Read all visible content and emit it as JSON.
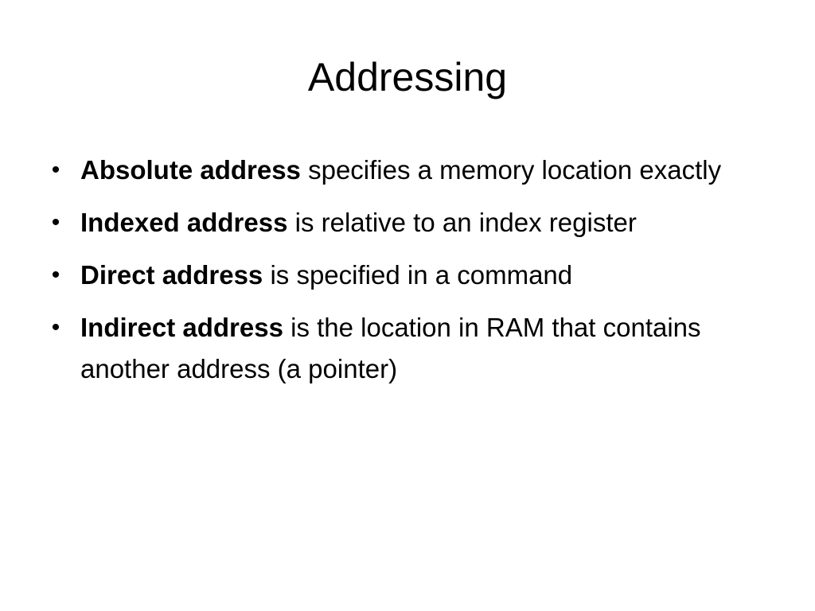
{
  "slide": {
    "title": "Addressing",
    "bullets": [
      {
        "term": "Absolute address",
        "description": " specifies a memory location exactly"
      },
      {
        "term": "Indexed address",
        "description": " is relative to an index register"
      },
      {
        "term": "Direct address",
        "description": " is specified in a command"
      },
      {
        "term": "Indirect address",
        "description": " is the location in RAM that contains another address (a pointer)"
      }
    ]
  }
}
